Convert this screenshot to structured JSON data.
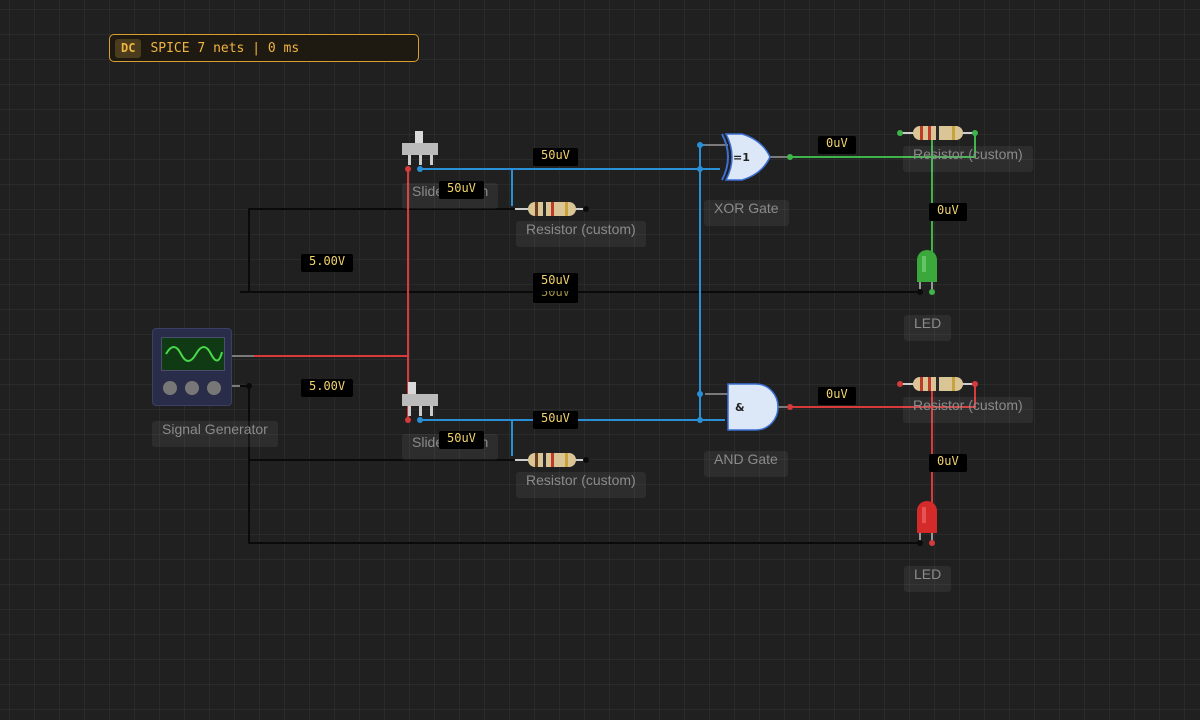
{
  "status": {
    "mode": "DC",
    "text": "SPICE 7 nets | 0 ms"
  },
  "components": {
    "signal_generator": {
      "label": "Signal Generator"
    },
    "switch_top": {
      "label": "Slide Switch"
    },
    "switch_bottom": {
      "label": "Slide Switch"
    },
    "resistor_top_left": {
      "label": "Resistor (custom)"
    },
    "resistor_bottom_left": {
      "label": "Resistor (custom)"
    },
    "xor_gate": {
      "label": "XOR Gate",
      "symbol": "=1"
    },
    "and_gate": {
      "label": "AND Gate",
      "symbol": "&"
    },
    "resistor_top_right": {
      "label": "Resistor (custom)"
    },
    "resistor_bottom_right": {
      "label": "Resistor (custom)"
    },
    "led_top": {
      "label": "LED",
      "color": "#3aa83a"
    },
    "led_bottom": {
      "label": "LED",
      "color": "#d42a2a"
    }
  },
  "probes": {
    "sw_top_net": "50uV",
    "sw_top_res": "50uV",
    "gen_top": "5.00V",
    "mid_upper": "50uV",
    "mid_lower": "50uV",
    "gen_bottom": "5.00V",
    "sw_bottom_net": "50uV",
    "sw_bottom_res": "50uV",
    "xor_out": "0uV",
    "led_top_v": "0uV",
    "and_out": "0uV",
    "led_bottom_v": "0uV"
  },
  "colors": {
    "wire_red": "#d63a3a",
    "wire_blue": "#2b8fd6",
    "wire_green": "#3fb44a",
    "wire_black": "#0a0a0a",
    "accent": "#f0b440"
  }
}
